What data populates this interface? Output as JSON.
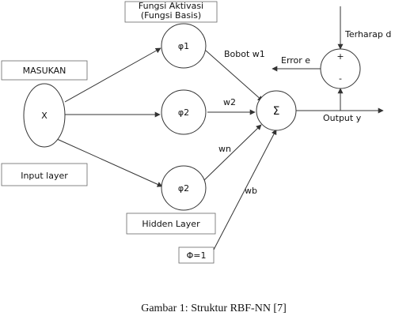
{
  "labels": {
    "activation_title_1": "Fungsi Aktivasi",
    "activation_title_2": "(Fungsi Basis)",
    "input_title": "MASUKAN",
    "input_layer": "Input layer",
    "hidden_layer": "Hidden Layer",
    "target": "Terharap d",
    "error": "Error e",
    "output": "Output y",
    "weight_1": "Bobot w1",
    "weight_2": "w2",
    "weight_n": "wn",
    "weight_b": "wb",
    "bias_node": "Φ=1"
  },
  "nodes": {
    "input": "X",
    "phi_1": "φ1",
    "phi_2": "φ2",
    "phi_n": "φ2",
    "sum": "Σ",
    "comparator_plus": "+",
    "comparator_minus": "-"
  },
  "caption": "Gambar 1:  Struktur RBF-NN [7]"
}
